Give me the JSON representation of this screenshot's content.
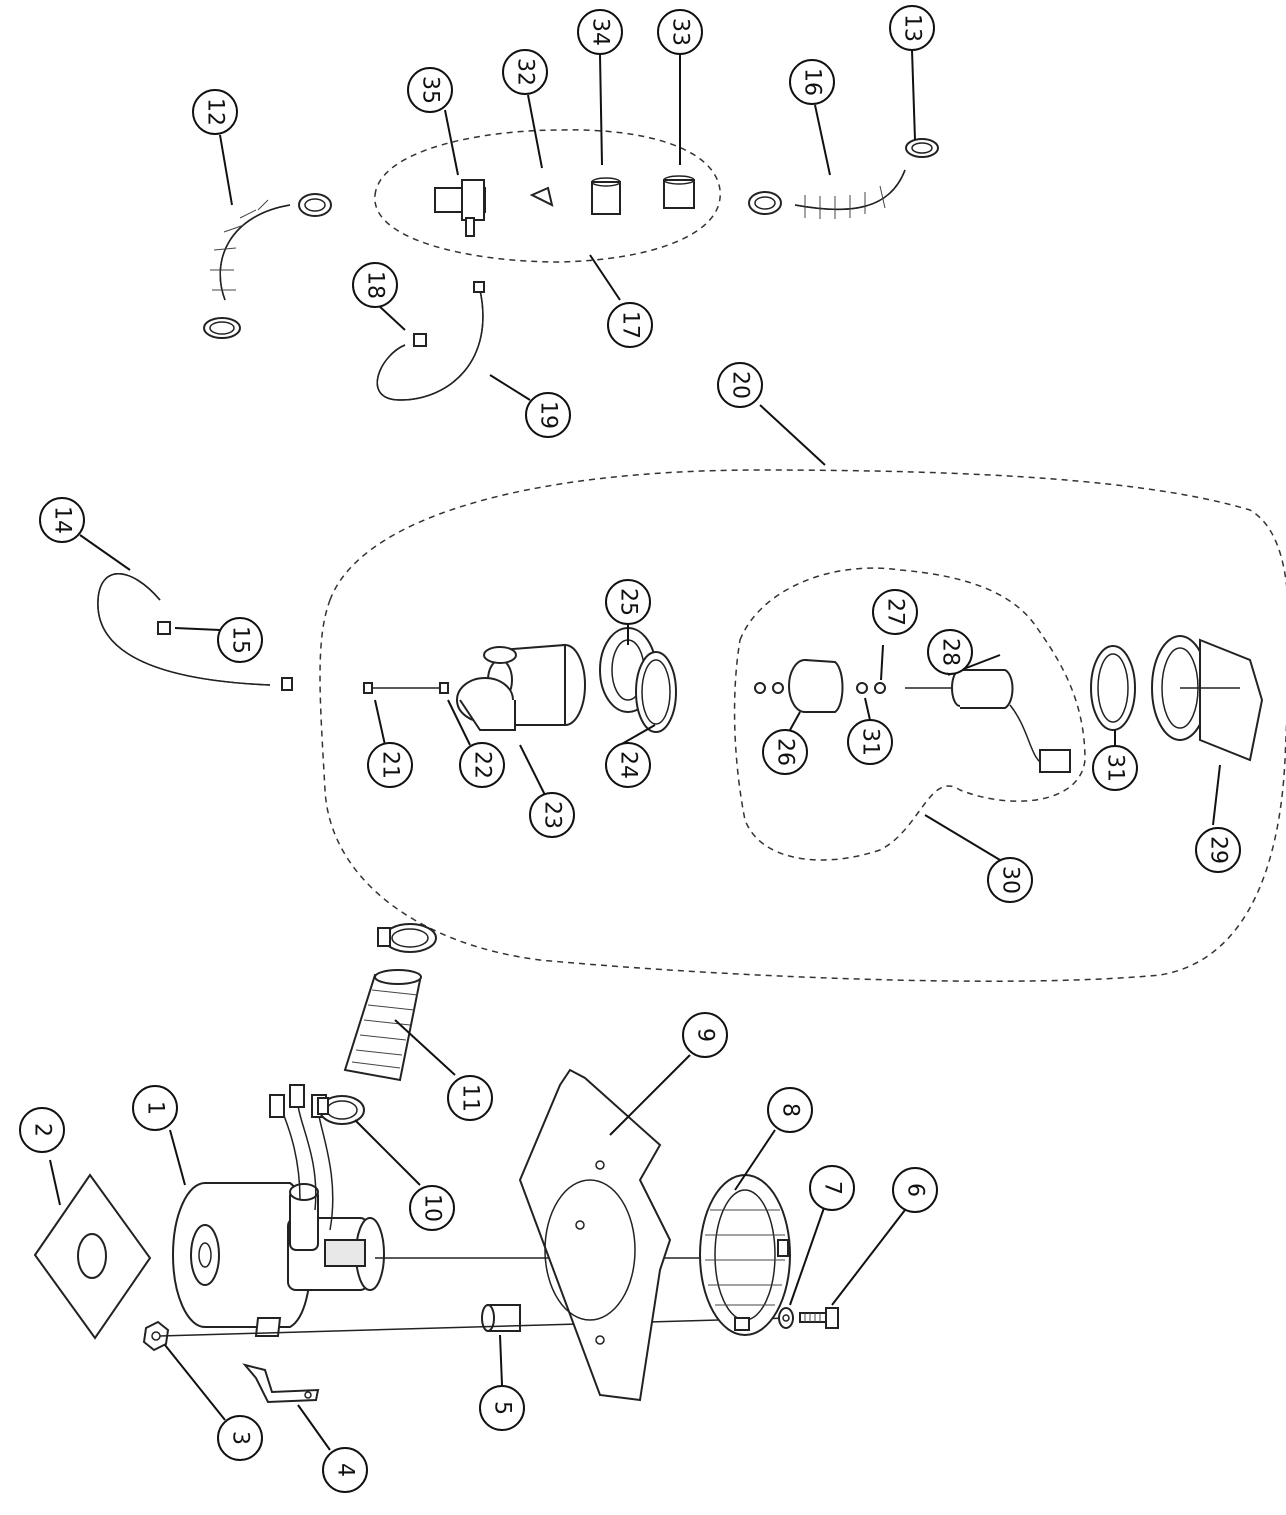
{
  "callouts": [
    {
      "id": "1",
      "label": "1"
    },
    {
      "id": "2",
      "label": "2"
    },
    {
      "id": "3",
      "label": "3"
    },
    {
      "id": "4",
      "label": "4"
    },
    {
      "id": "5",
      "label": "5"
    },
    {
      "id": "6",
      "label": "6"
    },
    {
      "id": "7",
      "label": "7"
    },
    {
      "id": "8",
      "label": "8"
    },
    {
      "id": "9",
      "label": "9"
    },
    {
      "id": "10",
      "label": "10"
    },
    {
      "id": "11",
      "label": "11"
    },
    {
      "id": "12",
      "label": "12"
    },
    {
      "id": "13",
      "label": "13"
    },
    {
      "id": "14",
      "label": "14"
    },
    {
      "id": "15",
      "label": "15"
    },
    {
      "id": "16",
      "label": "16"
    },
    {
      "id": "17",
      "label": "17"
    },
    {
      "id": "18",
      "label": "18"
    },
    {
      "id": "19",
      "label": "19"
    },
    {
      "id": "20",
      "label": "20"
    },
    {
      "id": "21",
      "label": "21"
    },
    {
      "id": "22",
      "label": "22"
    },
    {
      "id": "23",
      "label": "23"
    },
    {
      "id": "24",
      "label": "24"
    },
    {
      "id": "25",
      "label": "25"
    },
    {
      "id": "26",
      "label": "26"
    },
    {
      "id": "27",
      "label": "27"
    },
    {
      "id": "28",
      "label": "28"
    },
    {
      "id": "29",
      "label": "29"
    },
    {
      "id": "30",
      "label": "30"
    },
    {
      "id": "31a",
      "label": "31"
    },
    {
      "id": "31b",
      "label": "31"
    },
    {
      "id": "32",
      "label": "32"
    },
    {
      "id": "33",
      "label": "33"
    },
    {
      "id": "34",
      "label": "34"
    },
    {
      "id": "35",
      "label": "35"
    }
  ]
}
